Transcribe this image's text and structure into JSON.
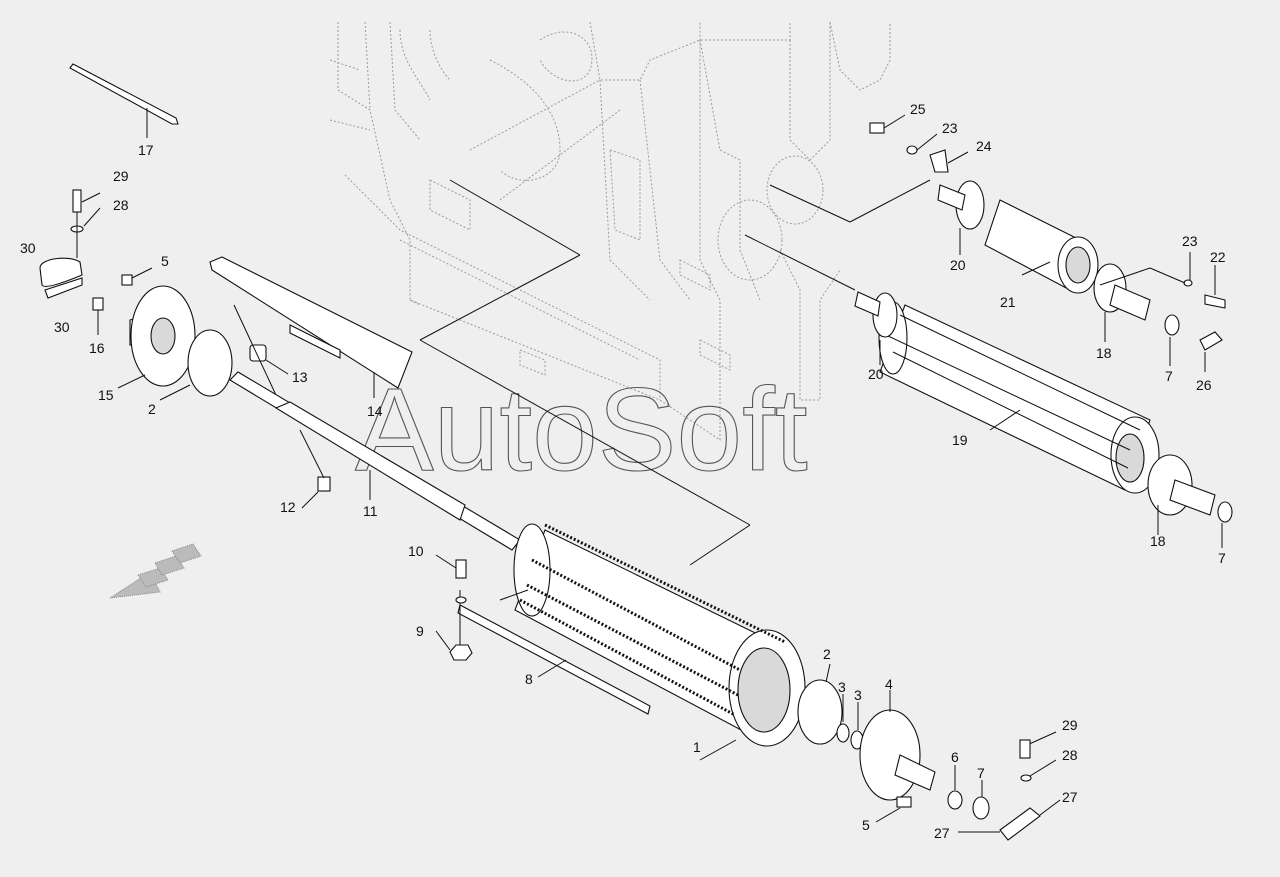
{
  "watermark": "AutoSoft",
  "callouts": [
    {
      "id": "c1",
      "label": "1"
    },
    {
      "id": "c2a",
      "label": "2"
    },
    {
      "id": "c2b",
      "label": "2"
    },
    {
      "id": "c3a",
      "label": "3"
    },
    {
      "id": "c3b",
      "label": "3"
    },
    {
      "id": "c4",
      "label": "4"
    },
    {
      "id": "c5a",
      "label": "5"
    },
    {
      "id": "c5b",
      "label": "5"
    },
    {
      "id": "c6",
      "label": "6"
    },
    {
      "id": "c7a",
      "label": "7"
    },
    {
      "id": "c7b",
      "label": "7"
    },
    {
      "id": "c7c",
      "label": "7"
    },
    {
      "id": "c8",
      "label": "8"
    },
    {
      "id": "c9",
      "label": "9"
    },
    {
      "id": "c10",
      "label": "10"
    },
    {
      "id": "c11",
      "label": "11"
    },
    {
      "id": "c12",
      "label": "12"
    },
    {
      "id": "c13",
      "label": "13"
    },
    {
      "id": "c14",
      "label": "14"
    },
    {
      "id": "c15",
      "label": "15"
    },
    {
      "id": "c16",
      "label": "16"
    },
    {
      "id": "c17",
      "label": "17"
    },
    {
      "id": "c18a",
      "label": "18"
    },
    {
      "id": "c18b",
      "label": "18"
    },
    {
      "id": "c19",
      "label": "19"
    },
    {
      "id": "c20a",
      "label": "20"
    },
    {
      "id": "c20b",
      "label": "20"
    },
    {
      "id": "c21",
      "label": "21"
    },
    {
      "id": "c22",
      "label": "22"
    },
    {
      "id": "c23a",
      "label": "23"
    },
    {
      "id": "c23b",
      "label": "23"
    },
    {
      "id": "c24",
      "label": "24"
    },
    {
      "id": "c25",
      "label": "25"
    },
    {
      "id": "c26",
      "label": "26"
    },
    {
      "id": "c27a",
      "label": "27"
    },
    {
      "id": "c27b",
      "label": "27"
    },
    {
      "id": "c28a",
      "label": "28"
    },
    {
      "id": "c28b",
      "label": "28"
    },
    {
      "id": "c29a",
      "label": "29"
    },
    {
      "id": "c29b",
      "label": "29"
    },
    {
      "id": "c30a",
      "label": "30"
    },
    {
      "id": "c30b",
      "label": "30"
    }
  ]
}
